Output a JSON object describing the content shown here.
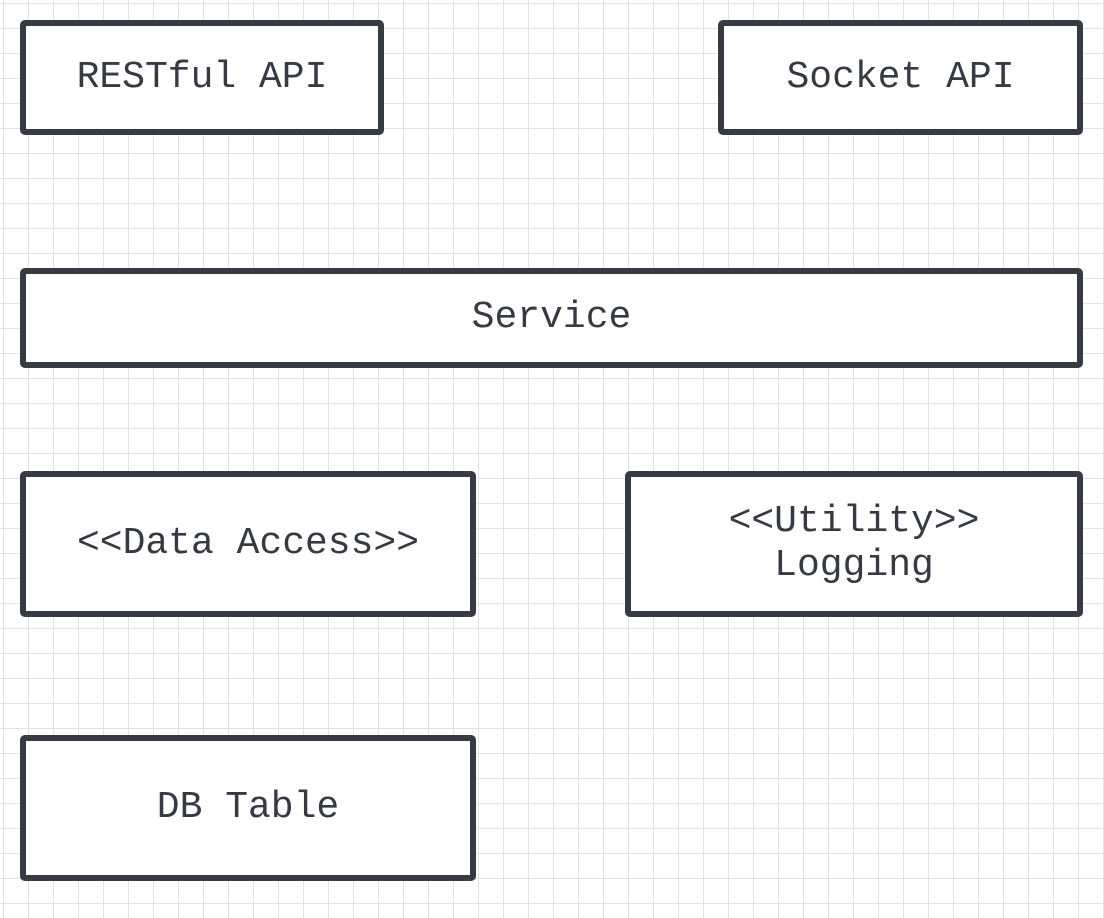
{
  "diagram": {
    "nodes": [
      {
        "id": "restful",
        "label": "RESTful API"
      },
      {
        "id": "socket",
        "label": "Socket API"
      },
      {
        "id": "service",
        "label": "Service"
      },
      {
        "id": "dal",
        "label": "<<Data Access>>"
      },
      {
        "id": "logging",
        "label": "<<Utility>>\nLogging"
      },
      {
        "id": "db",
        "label": "DB Table"
      }
    ],
    "colors": {
      "stroke": "#363a43",
      "text": "#363a43",
      "grid": "#e2e2e2",
      "background": "#ffffff"
    }
  }
}
